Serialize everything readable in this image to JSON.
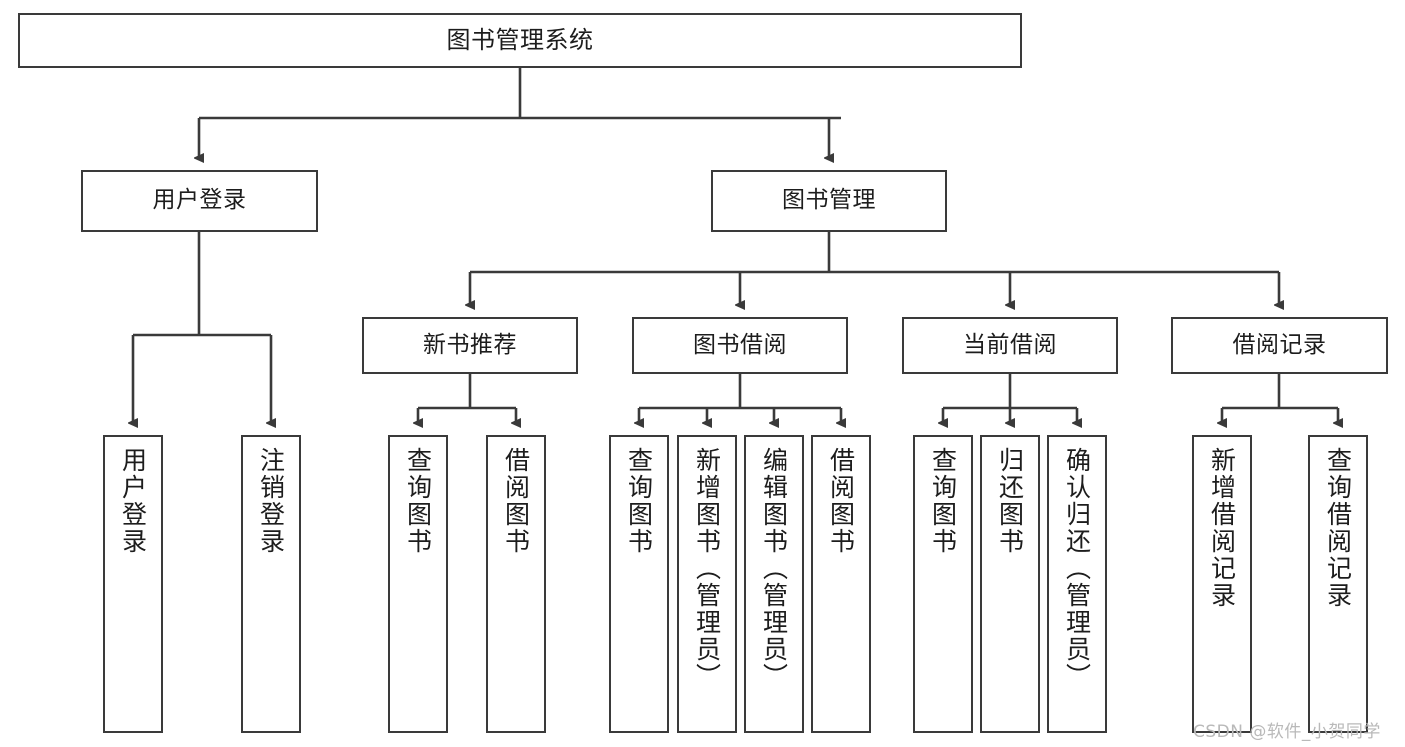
{
  "diagram": {
    "title": "图书管理系统",
    "type": "tree-hierarchy",
    "stroke_color": "#3a3a3a",
    "background_color": "#ffffff",
    "text_color": "#1d1d1d"
  },
  "nodes": {
    "root": {
      "label": "图书管理系统"
    },
    "level2": [
      {
        "label": "用户登录"
      },
      {
        "label": "图书管理"
      }
    ],
    "level3": [
      {
        "label": "新书推荐"
      },
      {
        "label": "图书借阅"
      },
      {
        "label": "当前借阅"
      },
      {
        "label": "借阅记录"
      }
    ],
    "leaves": {
      "user_login": [
        {
          "label": "用户登录"
        },
        {
          "label": "注销登录"
        }
      ],
      "new_book_recommend": [
        {
          "label": "查询图书"
        },
        {
          "label": "借阅图书"
        }
      ],
      "book_borrow": [
        {
          "label": "查询图书"
        },
        {
          "label": "新增图书（管理员）"
        },
        {
          "label": "编辑图书（管理员）"
        },
        {
          "label": "借阅图书"
        }
      ],
      "current_borrow": [
        {
          "label": "查询图书"
        },
        {
          "label": "归还图书"
        },
        {
          "label": "确认归还（管理员）"
        }
      ],
      "borrow_record": [
        {
          "label": "新增借阅记录"
        },
        {
          "label": "查询借阅记录"
        }
      ]
    }
  },
  "watermark": {
    "text": "CSDN @软件_小贺同学"
  }
}
